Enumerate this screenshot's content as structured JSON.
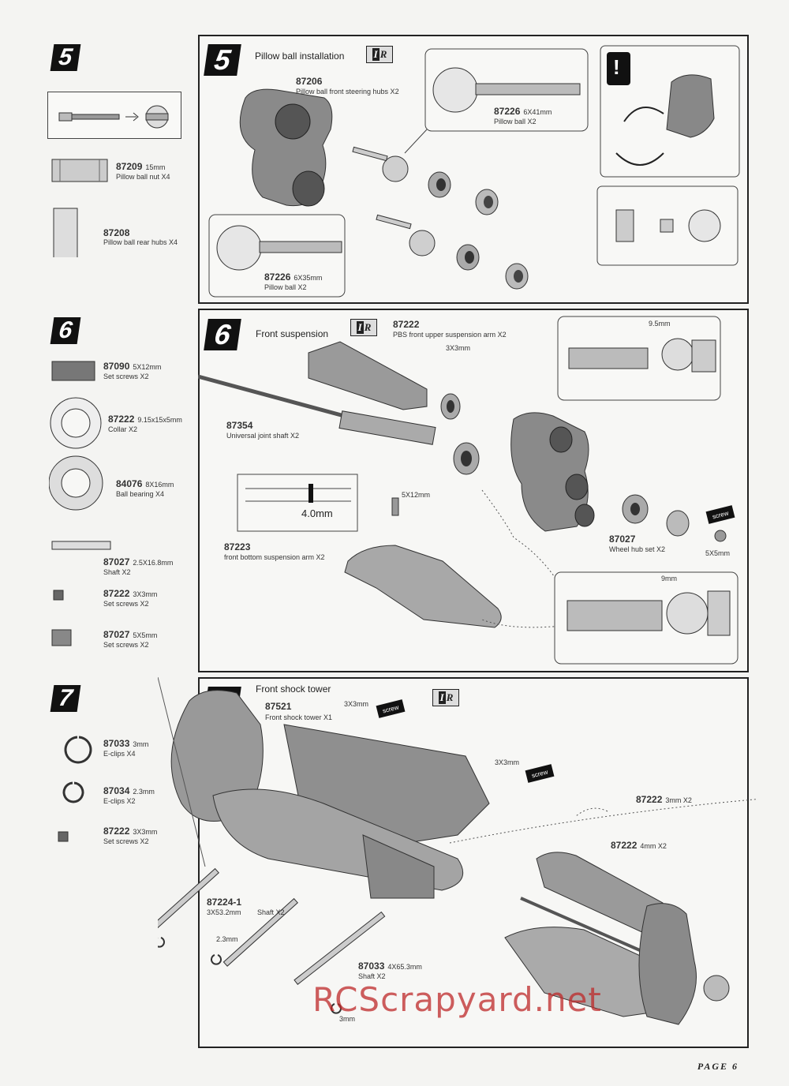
{
  "step5": {
    "num": "5",
    "title": "Pillow ball installation",
    "sidebar": [
      {
        "part": "87209",
        "spec": "15mm",
        "desc": "Pillow ball nut  X4"
      },
      {
        "part": "87208",
        "spec": "",
        "desc": "Pillow ball rear hubs  X4"
      }
    ],
    "labels": [
      {
        "part": "87206",
        "desc": "Pillow ball front steering hubs  X2"
      },
      {
        "part": "87226",
        "spec": "6X41mm",
        "desc": "Pillow ball  X2"
      },
      {
        "part": "87226",
        "spec": "6X35mm",
        "desc": "Pillow ball X2"
      }
    ],
    "warn": "!"
  },
  "step6": {
    "num": "6",
    "title": "Front suspension",
    "sidebar": [
      {
        "part": "87090",
        "spec": "5X12mm",
        "desc": "Set screws  X2"
      },
      {
        "part": "87222",
        "spec": "9.15x15x5mm",
        "desc": "Collar  X2"
      },
      {
        "part": "84076",
        "spec": "8X16mm",
        "desc": "Ball bearing  X4"
      },
      {
        "part": "87027",
        "spec": "2.5X16.8mm",
        "desc": "Shaft  X2"
      },
      {
        "part": "87222",
        "spec": "3X3mm",
        "desc": "Set screws  X2"
      },
      {
        "part": "87027",
        "spec": "5X5mm",
        "desc": "Set screws  X2"
      }
    ],
    "labels": [
      {
        "part": "87222",
        "desc": "PBS front upper suspension arm  X2"
      },
      {
        "part": "87354",
        "desc": "Universal joint shaft  X2"
      },
      {
        "part": "87223",
        "desc": "front bottom suspension arm  X2"
      },
      {
        "part": "87027",
        "desc": "Wheel hub set  X2"
      }
    ],
    "dims": {
      "d1": "3X3mm",
      "d2": "5X12mm",
      "d3": "5X5mm",
      "d4": "9.5mm",
      "d5": "9mm",
      "d6": "4.0mm"
    },
    "screw": "screw"
  },
  "step7": {
    "num": "7",
    "title": "Front shock tower",
    "sidebar": [
      {
        "part": "87033",
        "spec": "3mm",
        "desc": "E-clips  X4"
      },
      {
        "part": "87034",
        "spec": "2.3mm",
        "desc": "E-clips  X2"
      },
      {
        "part": "87222",
        "spec": "3X3mm",
        "desc": "Set screws  X2"
      }
    ],
    "labels": [
      {
        "part": "87521",
        "desc": "Front shock tower  X1"
      },
      {
        "part": "87222",
        "spec": "3mm  X2"
      },
      {
        "part": "87222",
        "spec": "4mm  X2"
      },
      {
        "part": "87224-1",
        "desc": "3X53.2mm",
        "desc2": "Shaft X2"
      },
      {
        "part": "87033",
        "spec": "4X65.3mm",
        "desc": "Shaft X2"
      }
    ],
    "dims": {
      "d1": "3X3mm",
      "d2": "3X3mm",
      "d3": "2.3mm",
      "d4": "3mm"
    },
    "screw": "screw"
  },
  "ir": {
    "a": "I",
    "b": "R"
  },
  "watermark": "RCScrapyard.net",
  "footer": "PAGE  6"
}
